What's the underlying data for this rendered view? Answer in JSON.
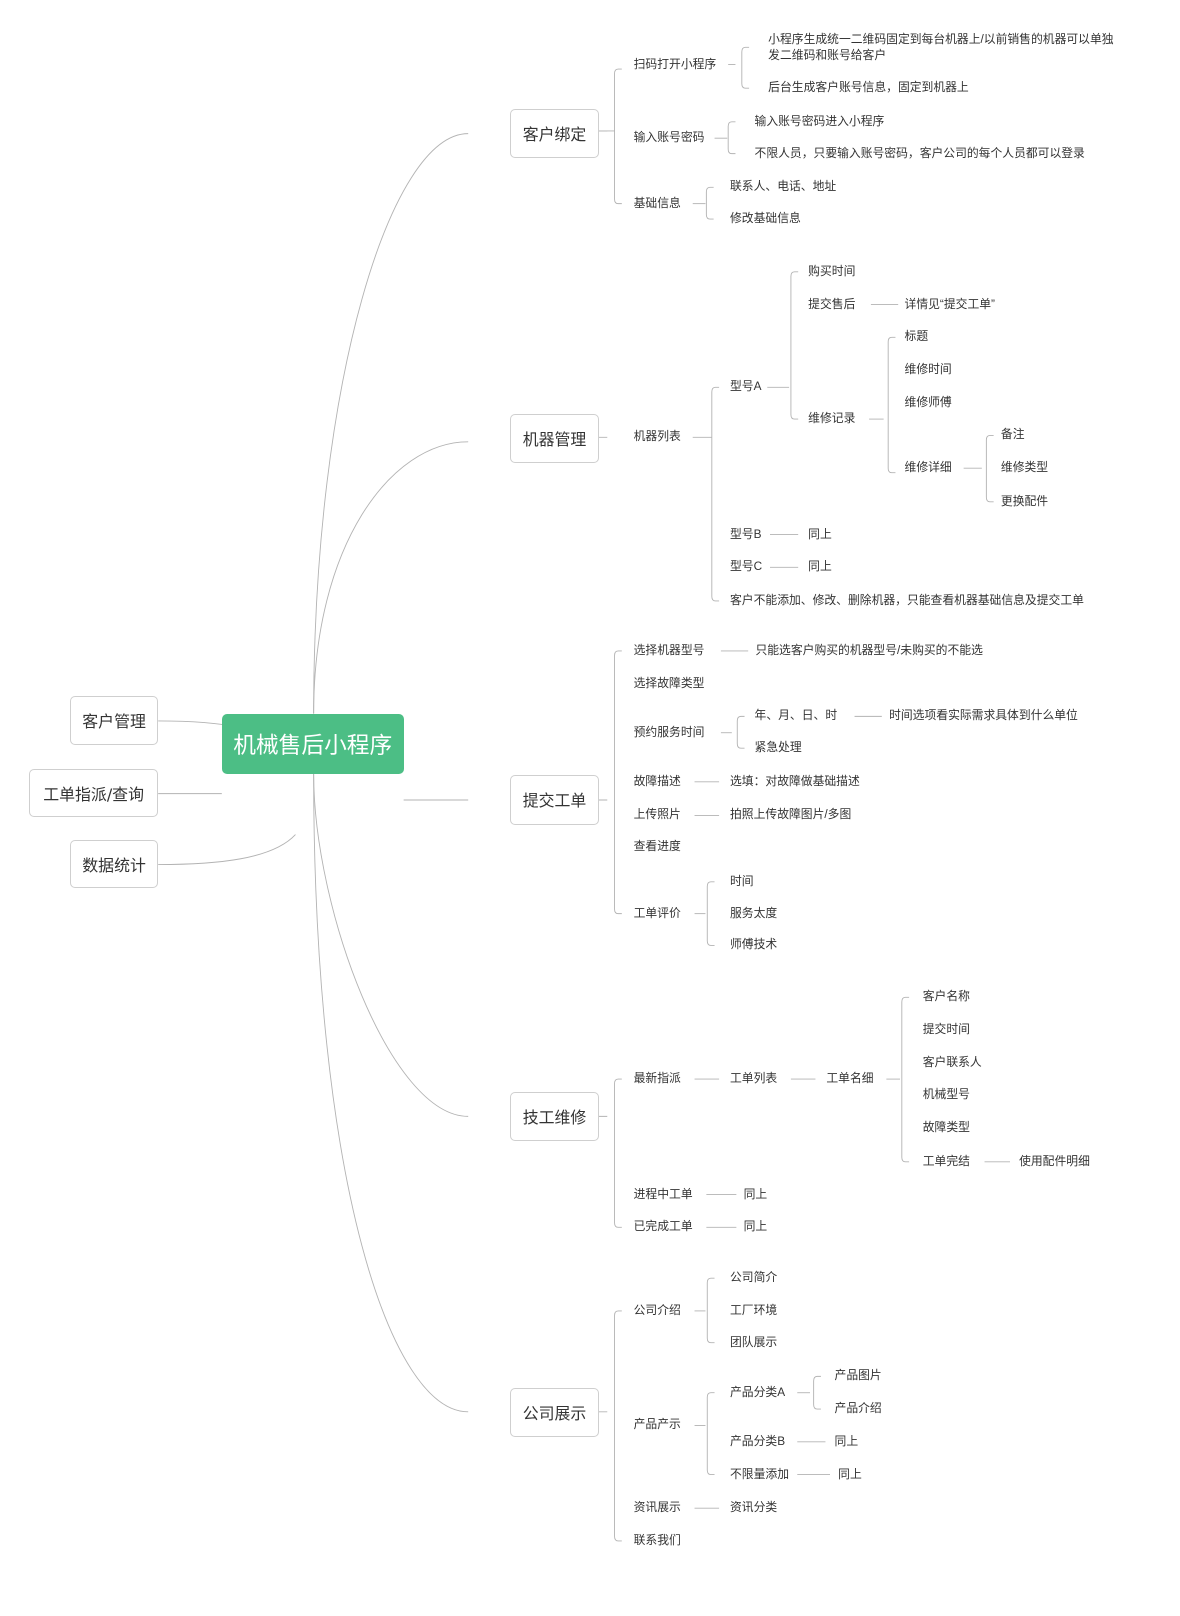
{
  "root": {
    "label": "机械售后小程序",
    "color": "#4cbe85"
  },
  "left": [
    "客户管理",
    "工单指派/查询",
    "数据统计"
  ],
  "sections": {
    "bind": {
      "label": "客户绑定",
      "scan": "扫码打开小程序",
      "scan_detail1": "小程序生成统一二维码固定到每台机器上/以前销售的机器可以单独发二维码和账号给客户",
      "scan_detail2": "后台生成客户账号信息，固定到机器上",
      "login": "输入账号密码",
      "login_detail1": "输入账号密码进入小程序",
      "login_detail2": "不限人员，只要输入账号密码，客户公司的每个人员都可以登录",
      "info": "基础信息",
      "info_detail1": "联系人、电话、地址",
      "info_detail2": "修改基础信息"
    },
    "machine": {
      "label": "机器管理",
      "list": "机器列表",
      "model_a": "型号A",
      "buy_time": "购买时间",
      "submit_after": "提交售后",
      "submit_after_detail": "详情见“提交工单”",
      "repair_record": "维修记录",
      "title": "标题",
      "repair_time": "维修时间",
      "repair_master": "维修师傅",
      "repair_detail": "维修详细",
      "note": "备注",
      "repair_type": "维修类型",
      "replace_parts": "更换配件",
      "model_b": "型号B",
      "model_c": "型号C",
      "same": "同上",
      "restriction": "客户不能添加、修改、删除机器，只能查看机器基础信息及提交工单"
    },
    "ticket": {
      "label": "提交工单",
      "choose_model": "选择机器型号",
      "choose_model_detail": "只能选客户购买的机器型号/未购买的不能选",
      "choose_fault": "选择故障类型",
      "appointment": "预约服务时间",
      "ymdh": "年、月、日、时",
      "ymdh_detail": "时间选项看实际需求具体到什么单位",
      "urgent": "紧急处理",
      "fault_desc": "故障描述",
      "fault_desc_detail": "选填：对故障做基础描述",
      "upload": "上传照片",
      "upload_detail": "拍照上传故障图片/多图",
      "progress": "查看进度",
      "evaluate": "工单评价",
      "eval_time": "时间",
      "eval_attitude": "服务太度",
      "eval_skill": "师傅技术"
    },
    "repair": {
      "label": "技工维修",
      "latest": "最新指派",
      "ticket_list": "工单列表",
      "ticket_detail": "工单名细",
      "cust_name": "客户名称",
      "submit_time": "提交时间",
      "cust_contact": "客户联系人",
      "machine_model": "机械型号",
      "fault_type": "故障类型",
      "done": "工单完结",
      "parts_detail": "使用配件明细",
      "in_progress": "进程中工单",
      "completed": "已完成工单",
      "same": "同上"
    },
    "company": {
      "label": "公司展示",
      "intro": "公司介绍",
      "brief": "公司简介",
      "factory": "工厂环境",
      "team": "团队展示",
      "products": "产品产示",
      "cat_a": "产品分类A",
      "pic": "产品图片",
      "prod_intro": "产品介绍",
      "cat_b": "产品分类B",
      "unlimited": "不限量添加",
      "news": "资讯展示",
      "news_cat": "资讯分类",
      "contact": "联系我们",
      "same": "同上"
    }
  }
}
